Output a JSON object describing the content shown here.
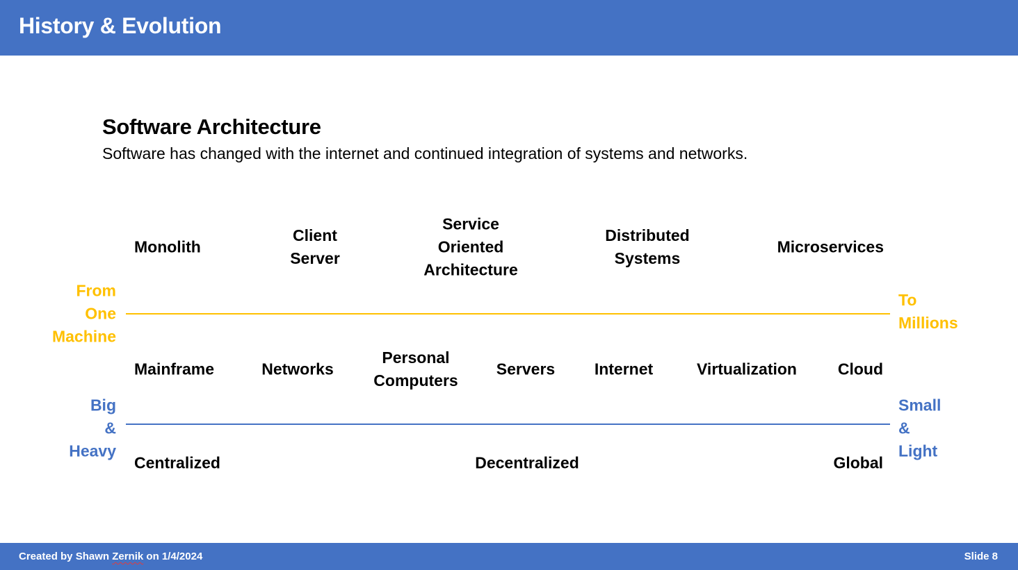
{
  "header": {
    "title": "History & Evolution"
  },
  "section": {
    "title": "Software Architecture",
    "subtitle": "Software has changed with the internet and continued integration of systems and networks."
  },
  "architectures": [
    {
      "lines": [
        "Monolith"
      ]
    },
    {
      "lines": [
        "Client",
        "Server"
      ]
    },
    {
      "lines": [
        "Service",
        "Oriented",
        "Architecture"
      ]
    },
    {
      "lines": [
        "Distributed",
        "Systems"
      ]
    },
    {
      "lines": [
        "Microservices"
      ]
    }
  ],
  "scale_from": {
    "lines": [
      "From",
      "One",
      "Machine"
    ]
  },
  "scale_to": {
    "lines": [
      "To",
      "Millions"
    ]
  },
  "technologies": [
    {
      "lines": [
        "Mainframe"
      ]
    },
    {
      "lines": [
        "Networks"
      ]
    },
    {
      "lines": [
        "Personal",
        "Computers"
      ]
    },
    {
      "lines": [
        "Servers"
      ]
    },
    {
      "lines": [
        "Internet"
      ]
    },
    {
      "lines": [
        "Virtualization"
      ]
    },
    {
      "lines": [
        "Cloud"
      ]
    }
  ],
  "size_from": {
    "lines": [
      "Big",
      "&",
      "Heavy"
    ]
  },
  "size_to": {
    "lines": [
      "Small",
      "&",
      "Light"
    ]
  },
  "distribution": {
    "start": "Centralized",
    "middle": "Decentralized",
    "end": "Global"
  },
  "footer": {
    "prefix": "Created by Shawn",
    "author": "Zernik",
    "suffix": "on 1/4/2024",
    "slide": "Slide 8"
  },
  "colors": {
    "header": "#4472C4",
    "gold": "#FFC000",
    "blue": "#4472C4"
  }
}
